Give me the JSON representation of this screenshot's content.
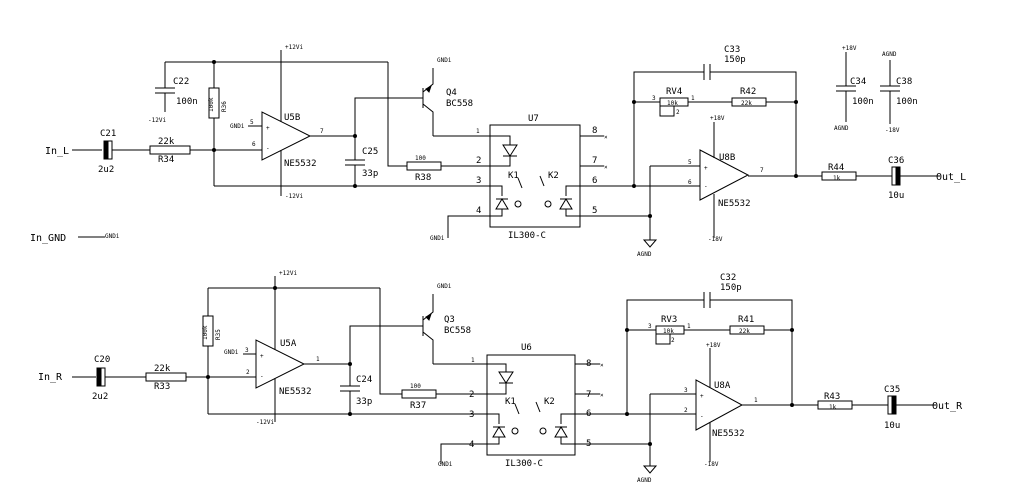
{
  "ch_l": {
    "in_label": "In_L",
    "c_in": {
      "ref": "C21",
      "val": "2u2"
    },
    "r_in": {
      "ref": "R34",
      "val": "22k"
    },
    "c_top": {
      "ref": "C22",
      "val": "100n"
    },
    "c_top_rail": "-12Vi",
    "r_fb": {
      "ref": "R36",
      "val": "100k"
    },
    "opamp_in": {
      "ref": "U5B",
      "part": "NE5532",
      "pos_pin": "5",
      "neg_pin": "6",
      "out_pin": "7",
      "vplus": "+12Vi",
      "vminus": "-12Vi",
      "gnd_label": "GNDi"
    },
    "transistor": {
      "ref": "Q4",
      "part": "BC558",
      "gnd_label": "GNDi"
    },
    "c_mid": {
      "ref": "C25",
      "val": "33p"
    },
    "r_led": {
      "ref": "R38",
      "val": "100"
    },
    "opto": {
      "ref": "U7",
      "part": "IL300-C",
      "k1": "K1",
      "k2": "K2",
      "pins": [
        "1",
        "2",
        "3",
        "4",
        "5",
        "6",
        "7",
        "8"
      ],
      "gnd_label": "GNDi"
    },
    "cap_fb": {
      "ref": "C33",
      "val": "150p"
    },
    "pot": {
      "ref": "RV4",
      "val": "10k",
      "pins": [
        "3",
        "1",
        "2"
      ]
    },
    "r_fb2": {
      "ref": "R42",
      "val": "22k"
    },
    "opamp_out": {
      "ref": "U8B",
      "part": "NE5532",
      "pos_pin": "5",
      "neg_pin": "6",
      "out_pin": "7",
      "vplus": "+18V",
      "vminus": "-18V"
    },
    "agnd": "AGND",
    "r_out": {
      "ref": "R44",
      "val": "1k"
    },
    "c_out": {
      "ref": "C36",
      "val": "10u"
    },
    "out_label": "Out_L"
  },
  "power": {
    "c34": {
      "ref": "C34",
      "val": "100n",
      "top": "+18V",
      "bottom": "AGND"
    },
    "c38": {
      "ref": "C38",
      "val": "100n",
      "top": "AGND",
      "bottom": "-18V"
    }
  },
  "gnd_in": {
    "label": "In_GND",
    "net": "GNDi"
  },
  "ch_r": {
    "in_label": "In_R",
    "c_in": {
      "ref": "C20",
      "val": "2u2"
    },
    "r_in": {
      "ref": "R33",
      "val": "22k"
    },
    "r_fb": {
      "ref": "R35",
      "val": "100k"
    },
    "opamp_in": {
      "ref": "U5A",
      "part": "NE5532",
      "pos_pin": "3",
      "neg_pin": "2",
      "out_pin": "1",
      "vplus": "+12Vi",
      "vminus": "-12Vi",
      "gnd_label": "GNDi"
    },
    "transistor": {
      "ref": "Q3",
      "part": "BC558",
      "gnd_label": "GNDi"
    },
    "c_mid": {
      "ref": "C24",
      "val": "33p"
    },
    "r_led": {
      "ref": "R37",
      "val": "100"
    },
    "opto": {
      "ref": "U6",
      "part": "IL300-C",
      "k1": "K1",
      "k2": "K2",
      "pins": [
        "1",
        "2",
        "3",
        "4",
        "5",
        "6",
        "7",
        "8"
      ],
      "gnd_label": "GNDi"
    },
    "cap_fb": {
      "ref": "C32",
      "val": "150p"
    },
    "pot": {
      "ref": "RV3",
      "val": "10k",
      "pins": [
        "3",
        "1",
        "2"
      ]
    },
    "r_fb2": {
      "ref": "R41",
      "val": "22k"
    },
    "opamp_out": {
      "ref": "U8A",
      "part": "NE5532",
      "pos_pin": "3",
      "neg_pin": "2",
      "out_pin": "1",
      "vplus": "+18V",
      "vminus": "-18V"
    },
    "agnd": "AGND",
    "r_out": {
      "ref": "R43",
      "val": "1k"
    },
    "c_out": {
      "ref": "C35",
      "val": "10u"
    },
    "out_label": "Out_R"
  }
}
